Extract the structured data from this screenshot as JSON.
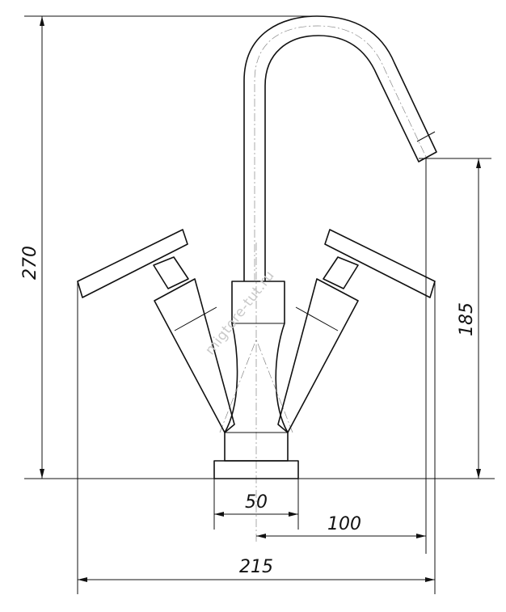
{
  "dimensions": {
    "height_total": "270",
    "spout_height": "185",
    "base_width": "50",
    "spout_reach": "100",
    "overall_width": "215"
  },
  "watermark": "migtore-tut.ru",
  "colors": {
    "line": "#111111",
    "watermark": "#c9c9c9",
    "background": "#ffffff"
  }
}
